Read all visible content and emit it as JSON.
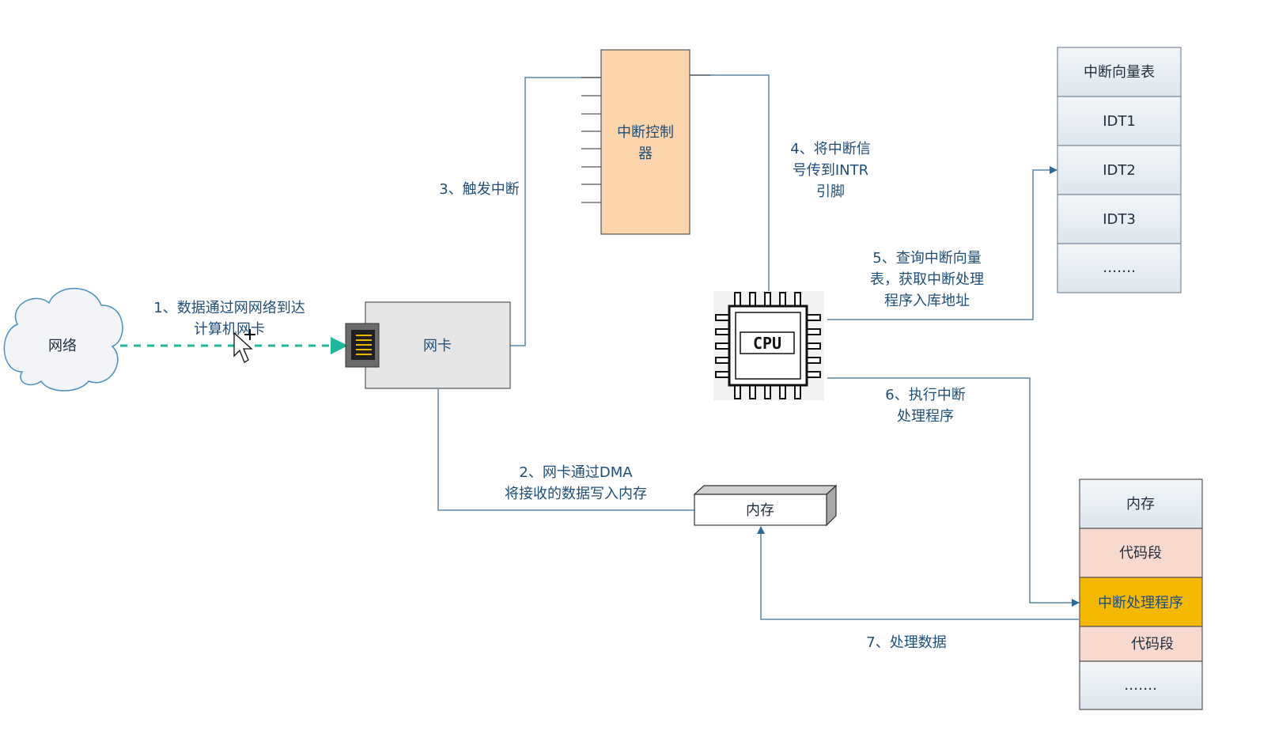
{
  "cloud": {
    "label": "网络"
  },
  "nic": {
    "label": "网卡"
  },
  "interrupt_controller": {
    "line1": "中断控制",
    "line2": "器"
  },
  "cpu": {
    "label": "CPU"
  },
  "memory": {
    "label": "内存"
  },
  "steps": {
    "s1": {
      "line1": "1、数据通过网网络到达",
      "line2": "计算机网卡"
    },
    "s2": {
      "line1": "2、网卡通过DMA",
      "line2": "将接收的数据写入内存"
    },
    "s3": {
      "line1": "3、触发中断"
    },
    "s4": {
      "line1": "4、将中断信",
      "line2": "号传到INTR",
      "line3": "引脚"
    },
    "s5": {
      "line1": "5、查询中断向量",
      "line2": "表，获取中断处理",
      "line3": "程序入库地址"
    },
    "s6": {
      "line1": "6、执行中断",
      "line2": "处理程序"
    },
    "s7": {
      "line1": "7、处理数据"
    }
  },
  "idt_table": {
    "header": "中断向量表",
    "rows": [
      "IDT1",
      "IDT2",
      "IDT3",
      "……."
    ]
  },
  "memory_layout": {
    "rows": [
      "内存",
      "代码段",
      "中断处理程序",
      "代码段",
      "……."
    ]
  },
  "colors": {
    "line": "#5b87a8",
    "label": "#1f4e79",
    "dashed_arrow": "#1fb89a",
    "controller_fill": "#fdd5ad",
    "handler_fill": "#f5b800",
    "code_fill": "#f7d9cf",
    "table_fill": "#e4ebf1"
  }
}
